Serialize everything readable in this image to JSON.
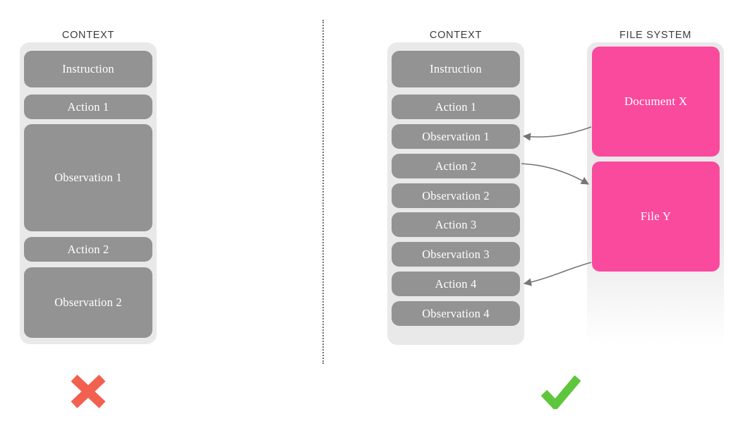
{
  "left_column": {
    "header": "CONTEXT",
    "blocks": [
      {
        "label": "Instruction"
      },
      {
        "label": "Action 1"
      },
      {
        "label": "Observation 1"
      },
      {
        "label": "Action 2"
      },
      {
        "label": "Observation 2"
      }
    ],
    "verdict_icon": "cross-mark-icon",
    "verdict_color": "#f2604f"
  },
  "right_column": {
    "header": "CONTEXT",
    "blocks": [
      {
        "label": "Instruction"
      },
      {
        "label": "Action 1"
      },
      {
        "label": "Observation 1"
      },
      {
        "label": "Action 2"
      },
      {
        "label": "Observation 2"
      },
      {
        "label": "Action 3"
      },
      {
        "label": "Observation 3"
      },
      {
        "label": "Action 4"
      },
      {
        "label": "Observation 4"
      }
    ],
    "verdict_icon": "check-mark-icon",
    "verdict_color": "#5ec63c"
  },
  "file_system": {
    "header": "FILE SYSTEM",
    "blocks": [
      {
        "label": "Document X"
      },
      {
        "label": "File Y"
      }
    ]
  },
  "arrows": [
    {
      "name": "document-x-to-observation-1",
      "direction": "file-to-context"
    },
    {
      "name": "action-2-to-file-y",
      "direction": "context-to-file"
    },
    {
      "name": "file-y-to-action-4",
      "direction": "file-to-context"
    }
  ],
  "colors": {
    "block_gray": "#939393",
    "block_pink": "#fa4a9e",
    "panel_gray": "#e9e9e9",
    "header_text": "#3b3b3b",
    "arrow": "#757575",
    "divider": "#6f6f6f"
  }
}
